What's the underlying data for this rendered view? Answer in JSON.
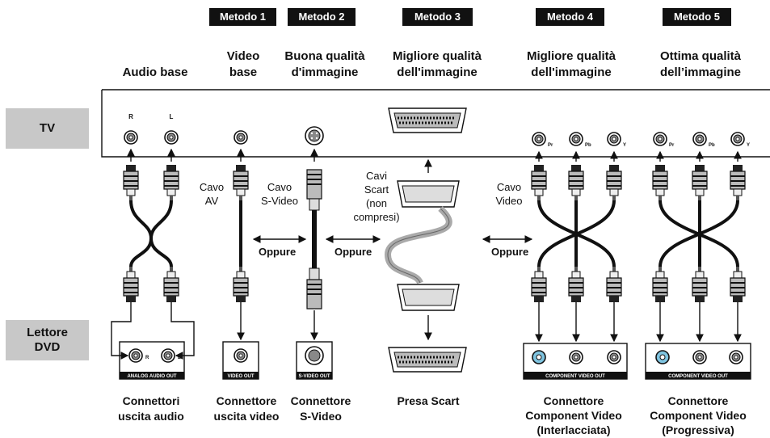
{
  "methods": [
    "Metodo 1",
    "Metodo 2",
    "Metodo 3",
    "Metodo 4",
    "Metodo 5"
  ],
  "headers": {
    "audio": "Audio base",
    "video_line1": "Video",
    "video_line2": "base",
    "svideo_line1": "Buona qualità",
    "svideo_line2": "d'immagine",
    "scart_line1": "Migliore qualità",
    "scart_line2": "dell'immagine",
    "comp1_line1": "Migliore qualità",
    "comp1_line2": "dell'immagine",
    "comp2_line1": "Ottima qualità",
    "comp2_line2": "dell’immagine"
  },
  "side": {
    "tv": "TV",
    "dvd_line1": "Lettore",
    "dvd_line2": "DVD"
  },
  "tv_jacks": {
    "r": "R",
    "l": "L",
    "pr": "Pr",
    "pb": "Pb",
    "y": "Y"
  },
  "cables": {
    "av_line1": "Cavo",
    "av_line2": "AV",
    "sv_line1": "Cavo",
    "sv_line2": "S-Video",
    "scart_line1": "Cavi",
    "scart_line2": "Scart",
    "scart_line3": "(non",
    "scart_line4": "compresi)",
    "video_line1": "Cavo",
    "video_line2": "Video"
  },
  "oppure": "Oppure",
  "panels": {
    "audio": "ANALOG AUDIO OUT",
    "video": "VIDEO OUT",
    "svideo": "S-VIDEO OUT",
    "comp": "COMPONENT VIDEO OUT"
  },
  "footers": {
    "audio_line1": "Connettori",
    "audio_line2": "uscita audio",
    "video_line1": "Connettore",
    "video_line2": "uscita video",
    "svideo_line1": "Connettore",
    "svideo_line2": "S-Video",
    "scart": "Presa Scart",
    "comp1_line1": "Connettore",
    "comp1_line2": "Component Video",
    "comp1_line3": "(Interlacciata)",
    "comp2_line1": "Connettore",
    "comp2_line2": "Component Video",
    "comp2_line3": "(Progressiva)"
  },
  "colors": {
    "panel_gray": "#c8c8c8",
    "badge_black": "#111111",
    "pr_blue": "#7fc4e0"
  }
}
